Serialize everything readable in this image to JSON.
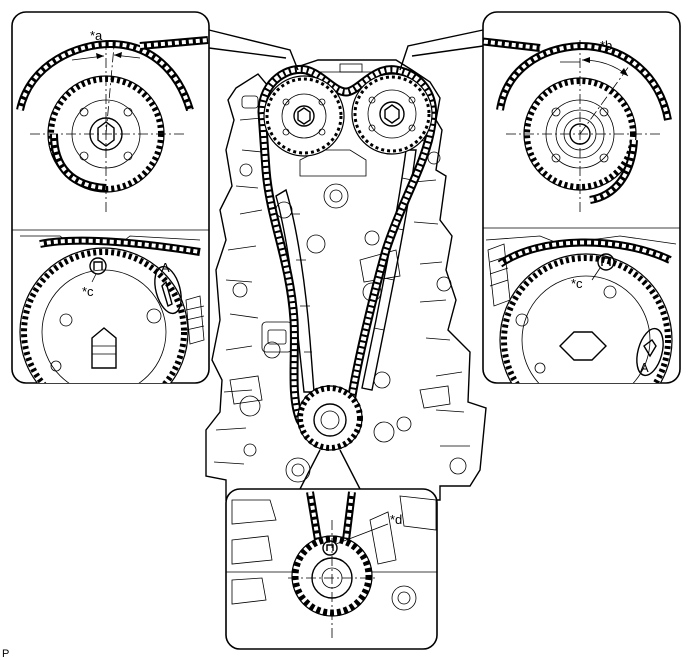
{
  "labels": {
    "angle_a": "*a",
    "angle_b": "*b",
    "mark_c_left": "*c",
    "mark_c_right": "*c",
    "mark_d": "*d",
    "callout_a_left": "A",
    "callout_a_right": "A",
    "footer_code": "P"
  },
  "icons": {
    "timing_mark_symbol": "Π-shaped timing mark"
  },
  "colors": {
    "ink": "#000000",
    "paper": "#ffffff"
  }
}
